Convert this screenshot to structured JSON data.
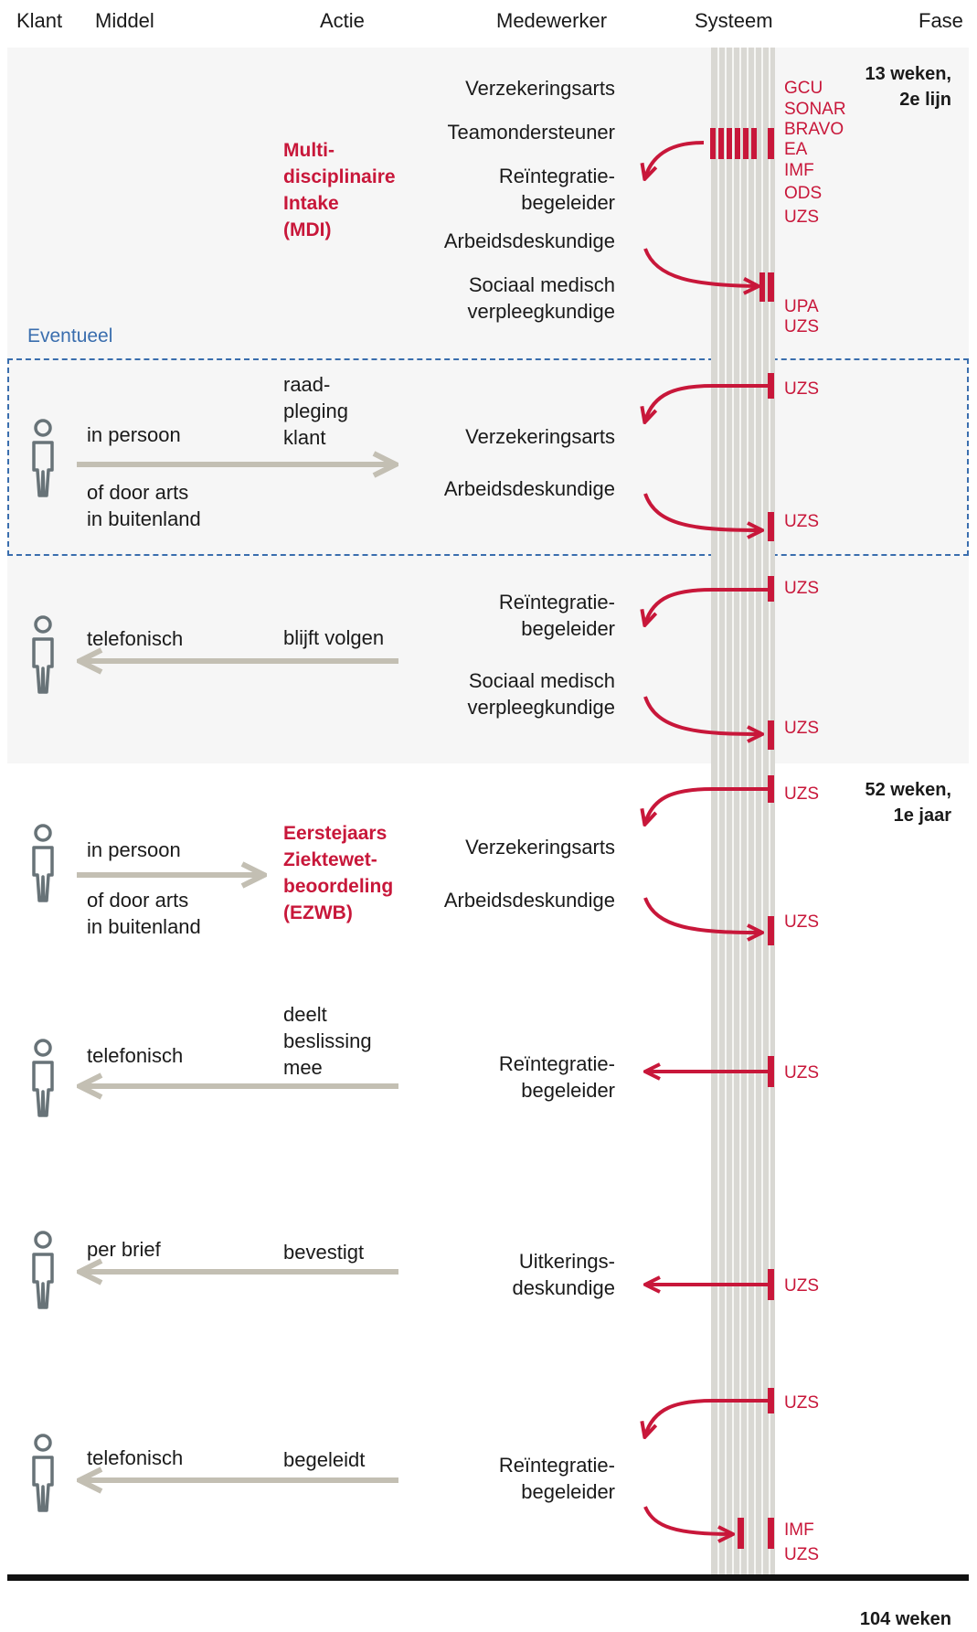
{
  "headers": {
    "klant": "Klant",
    "middel": "Middel",
    "actie": "Actie",
    "medewerker": "Medewerker",
    "systeem": "Systeem",
    "fase": "Fase"
  },
  "colors": {
    "accent": "#c8173a",
    "arrow_gray": "#c3bfb3",
    "dashed": "#3a6eae",
    "band": "#f6f6f6",
    "person": "#687378"
  },
  "phases": {
    "p1": "13 weken,\n2e lijn",
    "p2": "52 weken,\n1e jaar",
    "p3": "104 weken"
  },
  "eventueel": "Eventueel",
  "mdi": {
    "action": "Multi-\ndisciplinaire\nIntake\n(MDI)",
    "staff": [
      "Verzekeringsarts",
      "Teamondersteuner",
      "Reïntegratie-\nbegeleider",
      "Arbeidsdeskundige",
      "Sociaal medisch\nverpleegkundige"
    ],
    "systems_top": [
      "GCU",
      "SONAR",
      "BRAVO",
      "EA",
      "IMF",
      "ODS",
      "UZS"
    ],
    "systems_bottom": [
      "UPA",
      "UZS"
    ]
  },
  "raadpleging": {
    "means": "in persoon",
    "means2": "of door arts\nin buitenland",
    "action": "raad-\npleging\nklant",
    "staff": [
      "Verzekeringsarts",
      "Arbeidsdeskundige"
    ],
    "systems": [
      "UZS",
      "UZS"
    ]
  },
  "volgen": {
    "means": "telefonisch",
    "action": "blijft volgen",
    "staff": [
      "Reïntegratie-\nbegeleider",
      "Sociaal medisch\nverpleegkundige"
    ],
    "systems": [
      "UZS",
      "UZS"
    ]
  },
  "ezwb": {
    "means": "in persoon",
    "means2": "of door arts\nin buitenland",
    "action": "Eerstejaars\nZiektewet-\nbeoordeling\n(EZWB)",
    "staff": [
      "Verzekeringsarts",
      "Arbeidsdeskundige"
    ],
    "systems": [
      "UZS",
      "UZS"
    ]
  },
  "beslissing": {
    "means": "telefonisch",
    "action": "deelt\nbeslissing\nmee",
    "staff": "Reïntegratie-\nbegeleider",
    "system": "UZS"
  },
  "bevestigt": {
    "means": "per brief",
    "action": "bevestigt",
    "staff": "Uitkerings-\ndeskundige",
    "system": "UZS"
  },
  "begeleidt": {
    "means": "telefonisch",
    "action": "begeleidt",
    "staff": "Reïntegratie-\nbegeleider",
    "systems": [
      "UZS",
      "IMF",
      "UZS"
    ]
  }
}
